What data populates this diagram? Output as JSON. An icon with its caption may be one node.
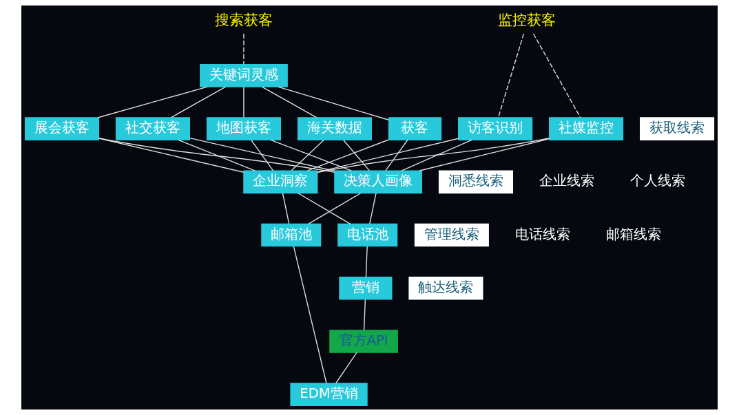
{
  "diagram": {
    "nodes": [
      {
        "text": [
          "搜索获客"
        ]
      },
      {
        "text": [
          "关键词灵感"
        ]
      },
      {
        "text": [
          "海关数据"
        ]
      },
      {
        "text": [
          "获客"
        ]
      },
      {
        "text": [
          "展会获客"
        ]
      },
      {
        "text": [
          "社交获客"
        ]
      },
      {
        "text": [
          "地图获客"
        ]
      },
      {
        "text": [
          "监控获客"
        ]
      },
      {
        "text": [
          "社媒监控"
        ]
      },
      {
        "text": [
          "访客识别"
        ]
      },
      {
        "text": [
          "企业洞察"
        ]
      },
      {
        "text": [
          "决策人画像"
        ]
      },
      {
        "text": [
          "电话池"
        ]
      },
      {
        "text": [
          "邮箱池"
        ]
      },
      {
        "text": [
          "营销"
        ]
      },
      {
        "text": [
          "官方API"
        ]
      },
      {
        "text": [
          "EDM营销"
        ]
      },
      {
        "text": [
          "获取线索"
        ]
      },
      {
        "text": [
          "洞悉线索"
        ]
      },
      {
        "text": [
          "管理线索"
        ]
      },
      {
        "text": [
          "触达线索"
        ]
      }
    ],
    "edges": [
      {
        "from": 0,
        "to": 1,
        "arrow": "none",
        "style": "dashed"
      },
      {
        "from": 1,
        "to": 2,
        "arrow": "none"
      },
      {
        "from": 1,
        "to": 3,
        "arrow": "none"
      },
      {
        "from": 1,
        "to": 4,
        "arrow": "none"
      },
      {
        "from": 1,
        "to": 5,
        "arrow": "none"
      },
      {
        "from": 1,
        "to": 6,
        "arrow": "none"
      },
      {
        "from": 7,
        "to": 8,
        "arrow": "none",
        "style": "dashed"
      },
      {
        "from": 7,
        "to": 9,
        "arrow": "none",
        "style": "dashed"
      },
      {
        "from": 2,
        "to": 10,
        "arrow": "none"
      },
      {
        "from": 3,
        "to": 10,
        "arrow": "none"
      },
      {
        "from": 4,
        "to": 10,
        "arrow": "none"
      },
      {
        "from": 5,
        "to": 10,
        "arrow": "none"
      },
      {
        "from": 6,
        "to": 10,
        "arrow": "none"
      },
      {
        "from": 8,
        "to": 10,
        "arrow": "none"
      },
      {
        "from": 9,
        "to": 10,
        "arrow": "none"
      },
      {
        "from": 2,
        "to": 11,
        "arrow": "none"
      },
      {
        "from": 3,
        "to": 11,
        "arrow": "none"
      },
      {
        "from": 4,
        "to": 11,
        "arrow": "none"
      },
      {
        "from": 5,
        "to": 11,
        "arrow": "none"
      },
      {
        "from": 6,
        "to": 11,
        "arrow": "none"
      },
      {
        "from": 8,
        "to": 11,
        "arrow": "none"
      },
      {
        "from": 9,
        "to": 11,
        "arrow": "none"
      },
      {
        "from": 10,
        "to": 12,
        "arrow": "none"
      },
      {
        "from": 10,
        "to": 13,
        "arrow": "none"
      },
      {
        "from": 11,
        "to": 12,
        "arrow": "none"
      },
      {
        "from": 11,
        "to": 13,
        "arrow": "none"
      },
      {
        "from": 12,
        "to": 14,
        "arrow": "none"
      },
      {
        "from": 14,
        "to": 15,
        "arrow": "none"
      },
      {
        "from": 13,
        "to": 16,
        "arrow": "none"
      },
      {
        "from": 15,
        "to": 16,
        "arrow": "none"
      }
    ],
    "labels": [
      "企业线索",
      "个人线索",
      "电话线索",
      "邮箱线索"
    ]
  }
}
